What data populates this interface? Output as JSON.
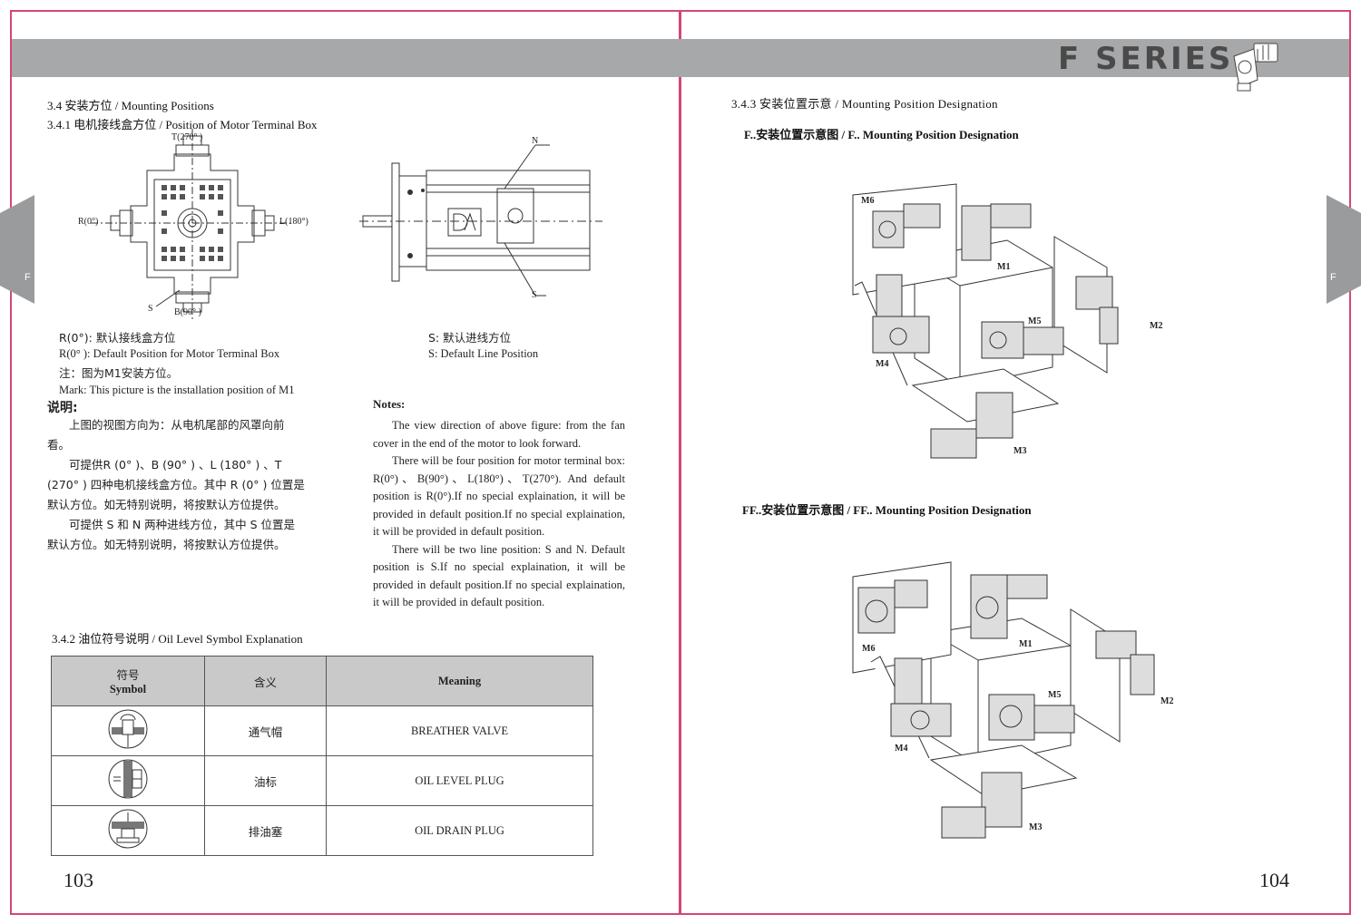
{
  "header": {
    "series_title": "F SERIES"
  },
  "side_tabs": {
    "left": "F",
    "right": "F"
  },
  "left_page": {
    "section_title": "3.4   安装方位 / Mounting Positions",
    "subsection_title": "3.4.1 电机接线盒方位  / Position of Motor Terminal Box",
    "diagram_labels": {
      "top": "T(270° )",
      "left": "R(0°)",
      "right": "L(180°)",
      "bottom": "B(90° )",
      "s_left": "S",
      "n": "N",
      "s_right": "S"
    },
    "captions": {
      "r_zh": "R(0°):  默认接线盒方位",
      "r_en": "R(0° ): Default Position for Motor Terminal Box",
      "mark_zh": "注：图为M1安装方位。",
      "mark_en": "Mark: This picture is the installation position of M1",
      "s_zh": "S: 默认进线方位",
      "s_en": "S: Default Line Position"
    },
    "explain_title": "说明:",
    "explain_paras": [
      "上图的视图方向为：从电机尾部的风罩向前看。",
      "可提供R (0° )、B (90° ) 、L (180°  ) 、T (270° ) 四种电机接线盒方位。其中 R (0° ) 位置是默认方位。如无特别说明，将按默认方位提供。",
      "可提供 S 和 N 两种进线方位，其中 S 位置是默认方位。如无特别说明，将按默认方位提供。"
    ],
    "notes_title": "Notes:",
    "notes_paras": [
      "The view direction of above figure: from the fan cover in the end of the motor to look forward.",
      "There will be four position for motor terminal box: R(0°)、B(90°)、L(180°)、T(270°). And default position is R(0°).If no special explaination, it will be provided in default position.If no special explaination, it will be provided in default position.",
      "There will be two line position: S and N. Default position is S.If no special explaination, it will be provided in default position.If no special explaination, it will be provided in default position."
    ],
    "oil_title": "3.4.2 油位符号说明 / Oil Level Symbol Explanation",
    "oil_table": {
      "headers": {
        "symbol_zh": "符号",
        "symbol_en": "Symbol",
        "meaning_zh": "含义",
        "meaning_en": "Meaning"
      },
      "rows": [
        {
          "zh": "通气帽",
          "en": "BREATHER  VALVE"
        },
        {
          "zh": "油标",
          "en": "OIL LEVEL PLUG"
        },
        {
          "zh": "排油塞",
          "en": "OIL DRAIN PLUG"
        }
      ]
    },
    "page_number": "103"
  },
  "right_page": {
    "section_title": "3.4.3 安装位置示意  / Mounting Position Designation",
    "f_title": "F..安装位置示意图 / F.. Mounting Position Designation",
    "ff_title": "FF..安装位置示意图 / FF.. Mounting Position Designation",
    "positions": [
      "M1",
      "M2",
      "M3",
      "M4",
      "M5",
      "M6"
    ],
    "page_number": "104"
  }
}
